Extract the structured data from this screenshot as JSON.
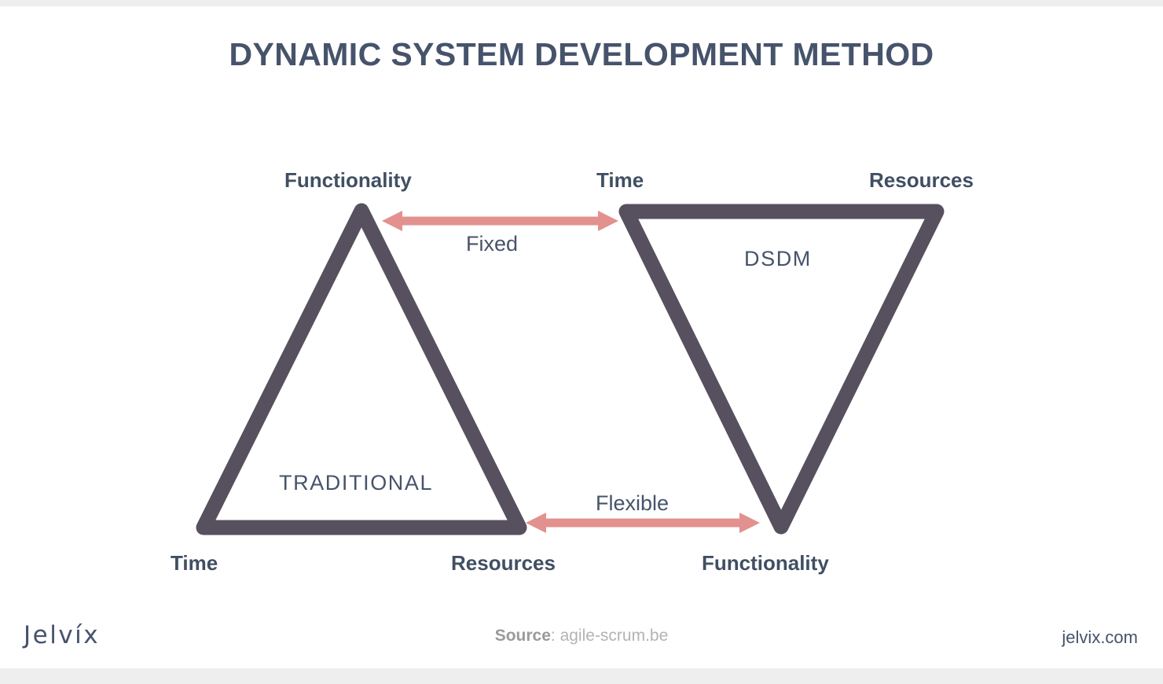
{
  "title": "DYNAMIC SYSTEM DEVELOPMENT METHOD",
  "colors": {
    "triangle_stroke": "#56505f",
    "arrow": "#e2918e",
    "title_text": "#46536b",
    "label_text": "#414f63",
    "source_text": "#b3b3b3",
    "page_background": "#eeeeee",
    "card_background": "#ffffff"
  },
  "triangles": {
    "left": {
      "inner_label": "TRADITIONAL",
      "apex_label": "Functionality",
      "bottom_left_label": "Time",
      "bottom_right_label": "Resources"
    },
    "right": {
      "inner_label": "DSDM",
      "top_left_label": "Time",
      "top_right_label": "Resources",
      "bottom_label": "Functionality"
    }
  },
  "arrows": [
    {
      "label": "Fixed",
      "direction": "double"
    },
    {
      "label": "Flexible",
      "direction": "double"
    }
  ],
  "footer": {
    "logo": "Jelvíx",
    "source_key": "Source",
    "source_value": ": agile-scrum.be",
    "site": "jelvix.com"
  }
}
